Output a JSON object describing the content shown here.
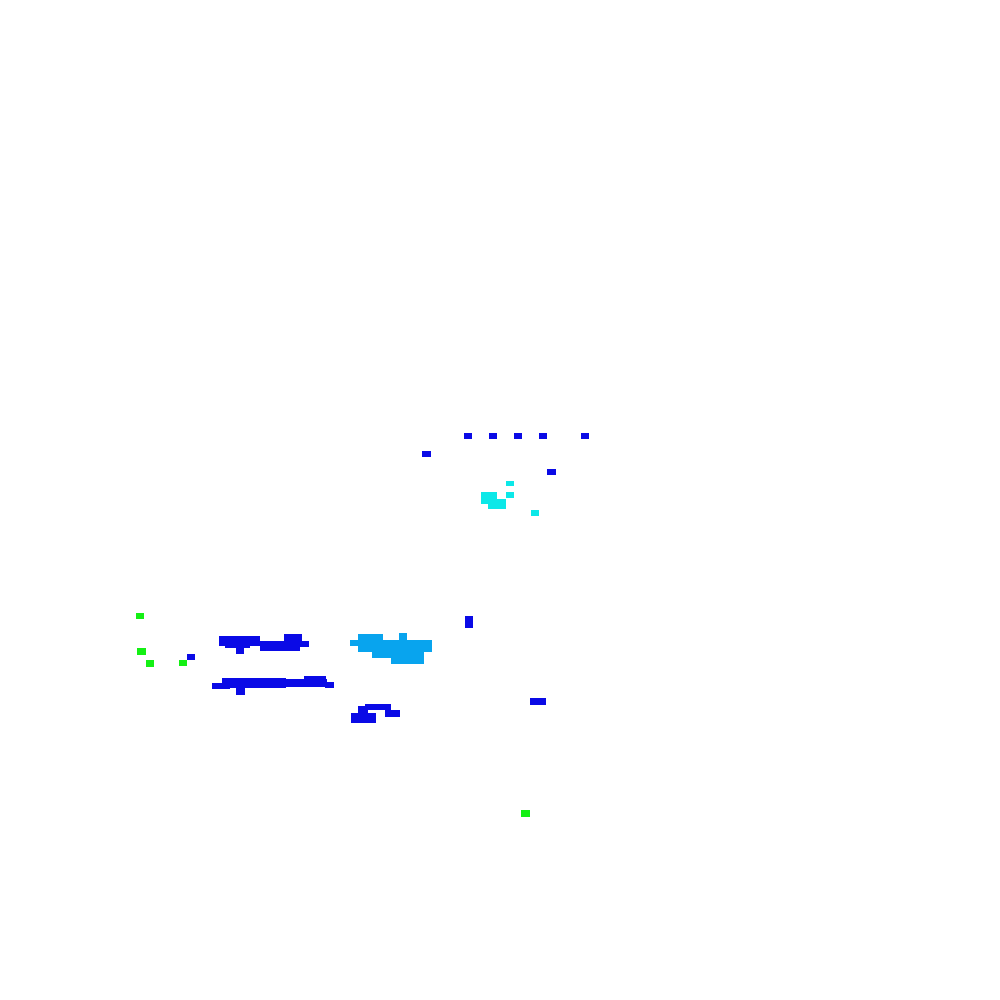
{
  "palette": {
    "background": "#ffffff",
    "blue": "#0a0ae6",
    "cyan": "#0ce8e8",
    "sky": "#08a4ee",
    "green": "#14f014"
  },
  "groups": [
    "blue-markings",
    "cyan-cluster",
    "sky-cluster",
    "green-dots"
  ]
}
